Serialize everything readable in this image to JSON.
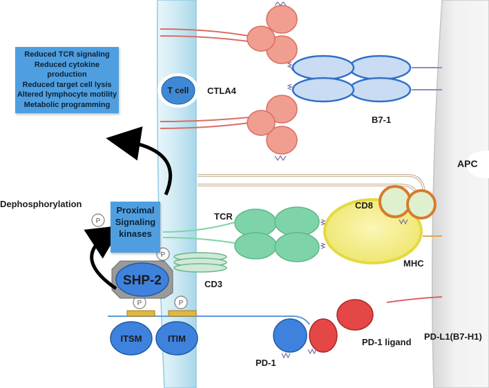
{
  "labels": {
    "t_cell": "T cell",
    "ctla4": "CTLA4",
    "b7_1": "B7-1",
    "apc": "APC",
    "dephosphorylation": "Dephosphorylation",
    "tcr": "TCR",
    "cd8": "CD8",
    "mhc": "MHC",
    "cd3": "CD3",
    "shp2": "SHP-2",
    "itsm": "ITSM",
    "itim": "ITIM",
    "pd1": "PD-1",
    "pd1_ligand": "PD-1 ligand",
    "pdl1": "PD-L1(B7-H1)",
    "phospho": "P"
  },
  "effects": [
    "Reduced TCR signaling",
    "Reduced cytokine production",
    "Reduced target cell lysis",
    "Altered lymphocyte motility",
    "Metabolic programming"
  ],
  "kinase_box": [
    "Proximal",
    "Signaling",
    "kinases"
  ],
  "colors": {
    "t_cell_membrane": "#c5e6f2",
    "apc_membrane": "#ececec",
    "ctla4": "#ef9e90",
    "b7": "#c9dcf3",
    "b7_outline": "#2f6fc9",
    "tcr": "#7fd3a8",
    "mhc": "#f6f08a",
    "cd8": "#dff0cf",
    "cd8_outline": "#d97a2a",
    "pd1": "#3f82dd",
    "pd1_ligand": "#e54646",
    "box": "#4f9fe0"
  }
}
